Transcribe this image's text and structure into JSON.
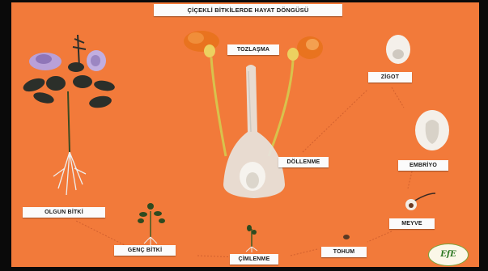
{
  "title": "ÇİÇEKLİ BİTKİLERDE HAYAT DÖNGÜSÜ",
  "stages": {
    "tozlasma": "TOZLAŞMA",
    "zigot": "ZİGOT",
    "dollenme": "DÖLLENME",
    "embriyo": "EMBRİYO",
    "meyve": "MEYVE",
    "tohum": "TOHUM",
    "cimlenme": "ÇİMLENME",
    "genc_bitki": "GENÇ BİTKİ",
    "olgun_bitki": "OLGUN BİTKİ"
  },
  "logo": {
    "text": "EfE",
    "sub": ""
  },
  "colors": {
    "board": "#f27a3a",
    "frame": "#0a0a0a",
    "label_bg": "#fbfbfb",
    "logo_green": "#2f7a25"
  }
}
